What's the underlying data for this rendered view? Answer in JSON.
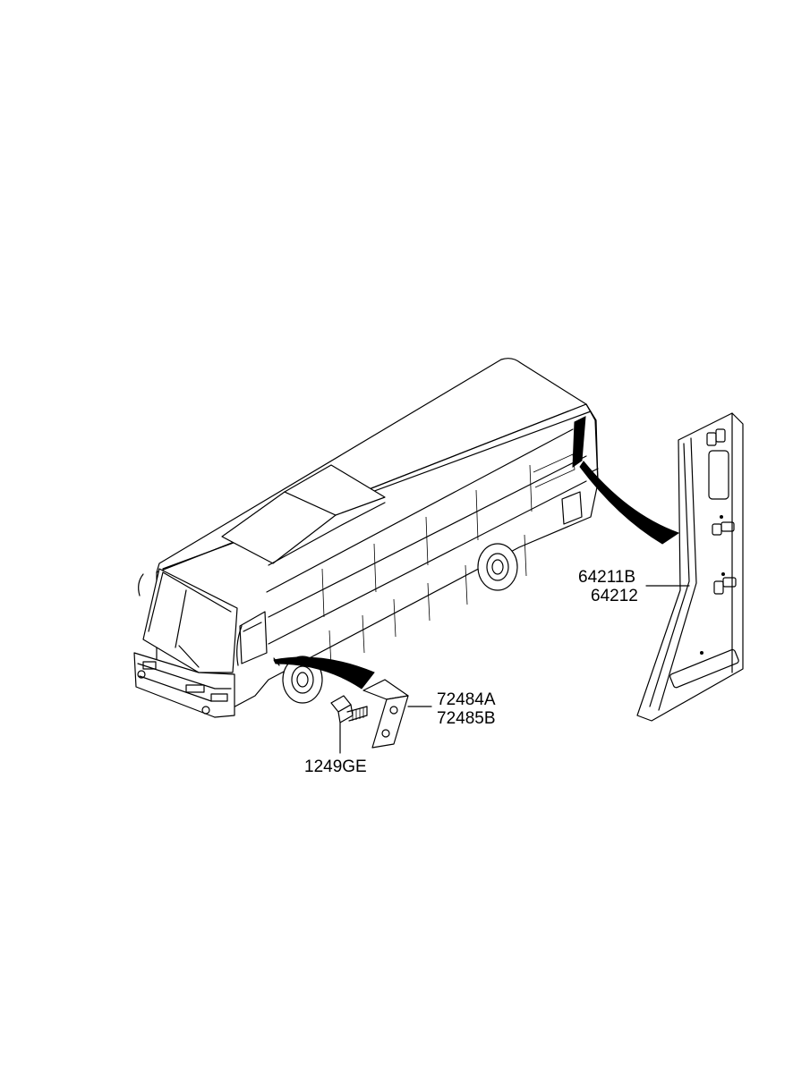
{
  "parts": {
    "pillar_part_a": "64211B",
    "pillar_part_b": "64212",
    "bracket_part_a": "72484A",
    "bracket_part_b": "72485B",
    "bolt_part": "1249GE"
  },
  "icons": {
    "bus": "bus-illustration-icon",
    "pillar": "pillar-panel-icon",
    "bracket": "bracket-icon",
    "bolt": "bolt-icon"
  },
  "colors": {
    "ink": "#000000",
    "background": "#ffffff"
  }
}
